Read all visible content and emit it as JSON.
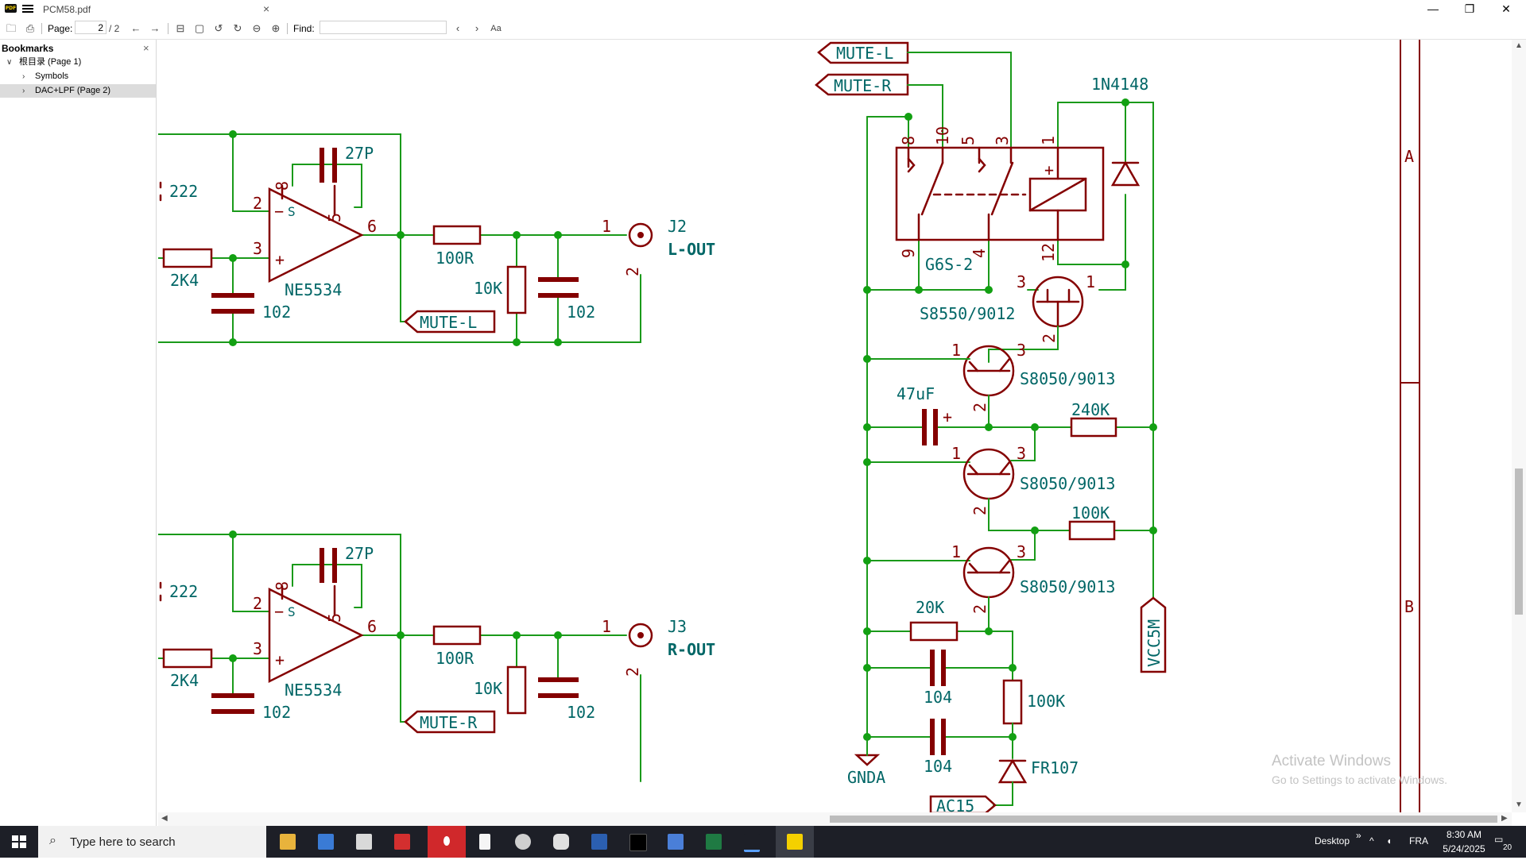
{
  "window": {
    "doc_tab": "PCM58.pdf",
    "app_icon": "pdf-reader-app-icon",
    "tab_close": "×",
    "minimize": "—",
    "maximize": "❐",
    "close": "✕"
  },
  "toolbar": {
    "page_label": "Page:",
    "page_value": "2",
    "page_total": "/ 2",
    "find_label": "Find:",
    "find_value": "",
    "match_case": "Aa"
  },
  "sidebar": {
    "title": "Bookmarks",
    "close": "×",
    "items": [
      {
        "label": "根目录 (Page 1)"
      },
      {
        "label": "Symbols"
      },
      {
        "label": "DAC+LPF (Page 2)"
      }
    ]
  },
  "schematic": {
    "upper_channel": {
      "cap_222": "222",
      "cap_27p": "27P",
      "opamp": "NE5534",
      "opamp_pin_2": "2",
      "opamp_pin_3": "3",
      "opamp_pin_5": "5",
      "opamp_pin_6": "6",
      "opamp_pin_8": "8",
      "opamp_minus": "−",
      "opamp_plus": "+",
      "opamp_s": "S",
      "res_2k4": "2K4",
      "cap_102_a": "102",
      "res_100r": "100R",
      "res_10k": "10K",
      "cap_102_b": "102",
      "jack_pin_1": "1",
      "jack_pin_2": "2",
      "jack_ref": "J2",
      "jack_name": "L-OUT",
      "mute_label": "MUTE-L"
    },
    "lower_channel": {
      "cap_222": "222",
      "cap_27p": "27P",
      "opamp": "NE5534",
      "opamp_pin_2": "2",
      "opamp_pin_3": "3",
      "opamp_pin_5": "5",
      "opamp_pin_6": "6",
      "opamp_pin_8": "8",
      "opamp_minus": "−",
      "opamp_plus": "+",
      "opamp_s": "S",
      "res_2k4": "2K4",
      "cap_102_a": "102",
      "res_100r": "100R",
      "res_10k": "10K",
      "cap_102_b": "102",
      "jack_pin_1": "1",
      "jack_pin_2": "2",
      "jack_ref": "J3",
      "jack_name": "R-OUT",
      "mute_label": "MUTE-R"
    },
    "relay_section": {
      "mute_l": "MUTE-L",
      "mute_r": "MUTE-R",
      "diode": "1N4148",
      "relay_name": "G6S-2",
      "relay_pin_8": "8",
      "relay_pin_10": "10",
      "relay_pin_5": "5",
      "relay_pin_3": "3",
      "relay_pin_1": "1",
      "relay_pin_9": "9",
      "relay_pin_4": "4",
      "relay_pin_12": "12",
      "relay_plus": "+",
      "q1_name": "S8550/9012",
      "q1_pin_3": "3",
      "q1_pin_1": "1",
      "q1_pin_2": "2",
      "q2_name": "S8050/9013",
      "q3_name": "S8050/9013",
      "q4_name": "S8050/9013",
      "npn_pin_1": "1",
      "npn_pin_2": "2",
      "npn_pin_3": "3",
      "cap_47uf": "47uF",
      "cap_plus": "+",
      "res_240k": "240K",
      "res_100k_a": "100K",
      "res_20k": "20K",
      "cap_104_a": "104",
      "cap_104_b": "104",
      "res_100k_b": "100K",
      "diode_fr107": "FR107",
      "gnd_label": "GNDA",
      "vcc_label": "VCC5M",
      "ac_label": "AC15"
    },
    "frame": {
      "row_a": "A",
      "row_b": "B"
    }
  },
  "overlay": {
    "activate_title": "Activate Windows",
    "activate_sub": "Go to Settings to activate Windows."
  },
  "taskbar": {
    "search_placeholder": "Type here to search",
    "desktop_label": "Desktop",
    "chevron": "»",
    "language": "FRA",
    "time": "8:30 AM",
    "date": "5/24/2025",
    "notification_count": "20",
    "apps": [
      "file-explorer-icon",
      "news-icon",
      "calculator-icon",
      "red-app-icon",
      "opera-browser-icon",
      "notepad-icon",
      "steam-icon",
      "fox-app-icon",
      "word-icon",
      "dark-app-icon",
      "stack-app-icon",
      "excel-icon",
      "audio-app-icon",
      "pdf-reader-taskbar-icon"
    ]
  },
  "colors": {
    "wire": "#1a9a1a",
    "symbol": "#840000",
    "text": "#006666",
    "junction": "#12a012"
  }
}
